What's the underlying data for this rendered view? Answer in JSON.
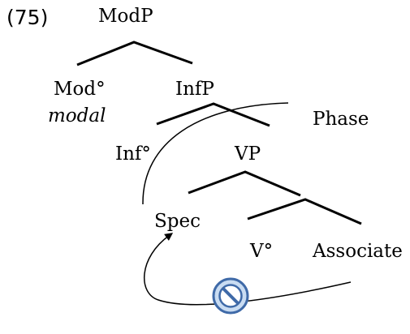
{
  "example_number": "(75)",
  "nodes": {
    "modp": "ModP",
    "mod_head": "Mod°",
    "modal": "modal",
    "infp": "InfP",
    "phase": "Phase",
    "inf_head": "Inf°",
    "vp": "VP",
    "spec": "Spec",
    "v_head": "V°",
    "associate": "Associate"
  },
  "prohibition_icon": "prohibited-sign-icon",
  "colors": {
    "icon_fill": "#c9dcf2",
    "icon_stroke": "#3f6aa8"
  }
}
